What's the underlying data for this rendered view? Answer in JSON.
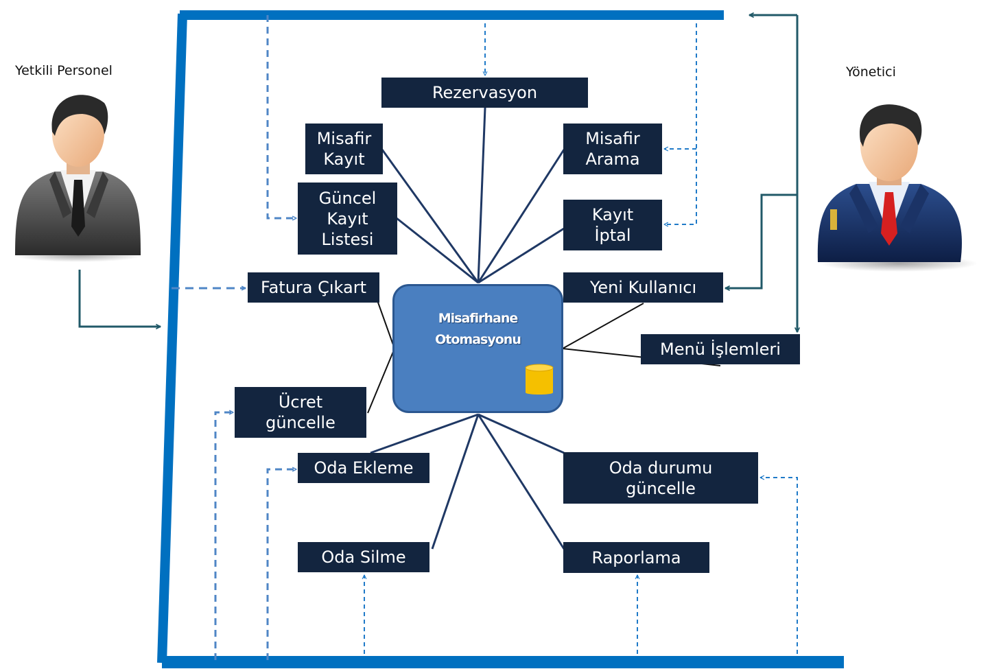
{
  "actors": {
    "left": {
      "label": "Yetkili Personel"
    },
    "right": {
      "label": "Yönetici"
    }
  },
  "center": {
    "label": "Misafirhane\nOtomasyonu",
    "icon": "database-icon"
  },
  "nodes": {
    "rezervasyon": "Rezervasyon",
    "misafir_kayit": "Misafir\nKayıt",
    "guncel_kayit": "Güncel\nKayıt\nListesi",
    "fatura": "Fatura Çıkart",
    "ucret": "Ücret\ngüncelle",
    "oda_ekleme": "Oda Ekleme",
    "oda_silme": "Oda Silme",
    "misafir_arama": "Misafir\nArama",
    "kayit_iptal": "Kayıt\nİptal",
    "yeni_kullanici": "Yeni Kullanıcı",
    "menu": "Menü İşlemleri",
    "oda_durumu": "Oda durumu\ngüncelle",
    "raporlama": "Raporlama"
  },
  "colors": {
    "frame": "#0070c0",
    "node_bg": "#13253f",
    "connector": "#1f3864",
    "dashed_arrow": "#1f7ac8",
    "dashed_arrow_light": "#4f86c6",
    "actor_arrow": "#215968",
    "center_fill": "#4a7fc0",
    "database": "#f5c000"
  }
}
